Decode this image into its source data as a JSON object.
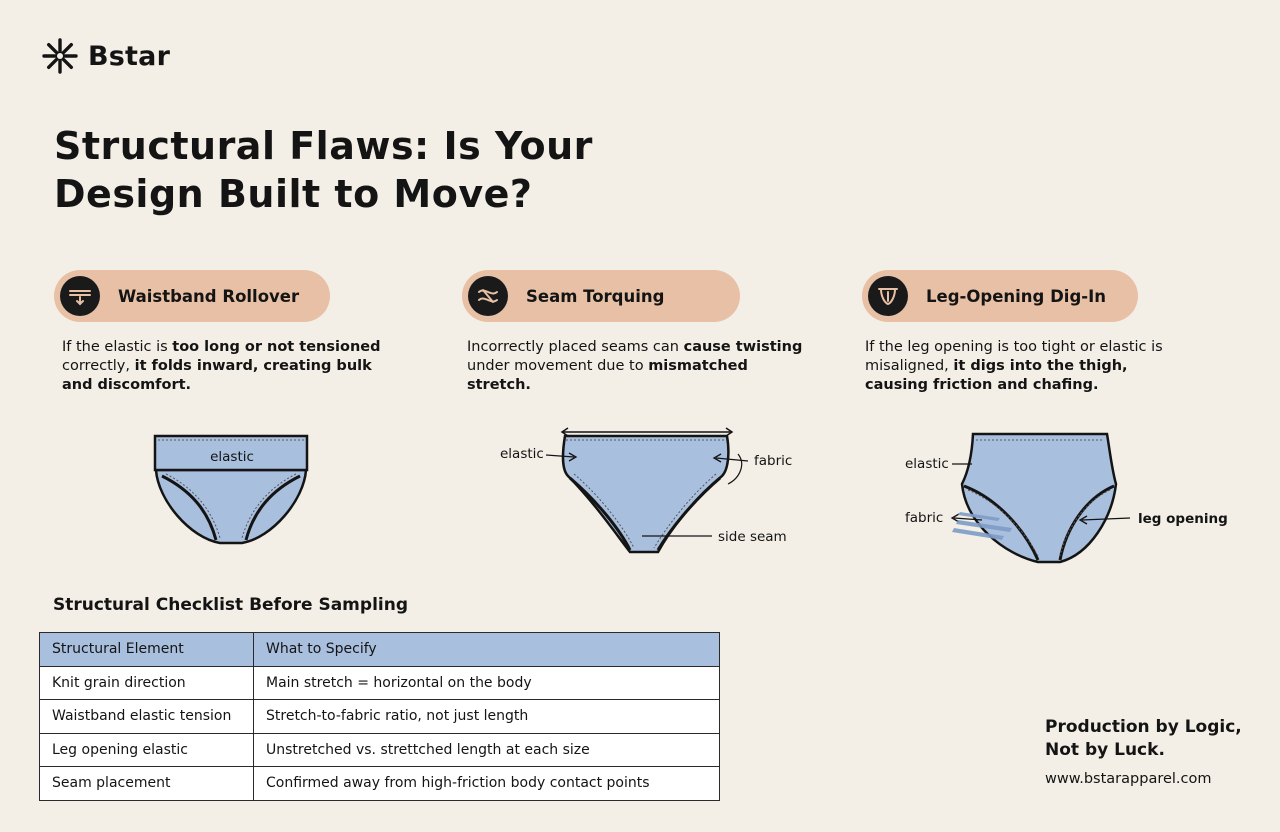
{
  "brand": {
    "name": "Bstar",
    "icon": "asterisk-burst-icon"
  },
  "title": {
    "line1": "Structural Flaws: Is Your",
    "line2": "Design Built to Move?"
  },
  "colors": {
    "background": "#f3efe6",
    "pill": "#e8c0a6",
    "garment": "#a9bfde",
    "ink": "#141414"
  },
  "issues": [
    {
      "label": "Waistband Rollover",
      "icon": "waistband-fold-icon",
      "desc": [
        {
          "t": "If the elastic is ",
          "b": false
        },
        {
          "t": "too long or not tensioned",
          "b": true
        },
        {
          "t": " correctly, ",
          "b": false
        },
        {
          "t": "it folds inward, creating bulk and discomfort.",
          "b": true
        }
      ],
      "callouts": {
        "elastic": "elastic"
      }
    },
    {
      "label": "Seam Torquing",
      "icon": "twisted-seam-icon",
      "desc": [
        {
          "t": "Incorrectly placed seams can ",
          "b": false
        },
        {
          "t": "cause twisting",
          "b": true
        },
        {
          "t": " under movement due to ",
          "b": false
        },
        {
          "t": "mismatched stretch.",
          "b": true
        }
      ],
      "callouts": {
        "elastic": "elastic",
        "fabric": "fabric",
        "side_seam": "side seam"
      }
    },
    {
      "label": "Leg-Opening Dig-In",
      "icon": "leg-opening-icon",
      "desc": [
        {
          "t": "If the leg opening is too tight or elastic is misaligned, ",
          "b": false
        },
        {
          "t": "it digs into the thigh, causing friction and chafing.",
          "b": true
        }
      ],
      "callouts": {
        "elastic": "elastic",
        "fabric": "fabric",
        "leg_opening": "leg opening"
      }
    }
  ],
  "checklist": {
    "title": "Structural Checklist Before Sampling",
    "headers": [
      "Structural Element",
      "What to Specify"
    ],
    "rows": [
      [
        "Knit grain direction",
        "Main stretch = horizontal on the body"
      ],
      [
        "Waistband elastic tension",
        "Stretch-to-fabric ratio, not just length"
      ],
      [
        "Leg opening elastic",
        "Unstretched vs. strettched length at each size"
      ],
      [
        "Seam placement",
        "Confirmed away from high-friction body contact points"
      ]
    ]
  },
  "footer": {
    "tagline_line1": "Production by Logic,",
    "tagline_line2": "Not by Luck.",
    "url": "www.bstarapparel.com"
  }
}
